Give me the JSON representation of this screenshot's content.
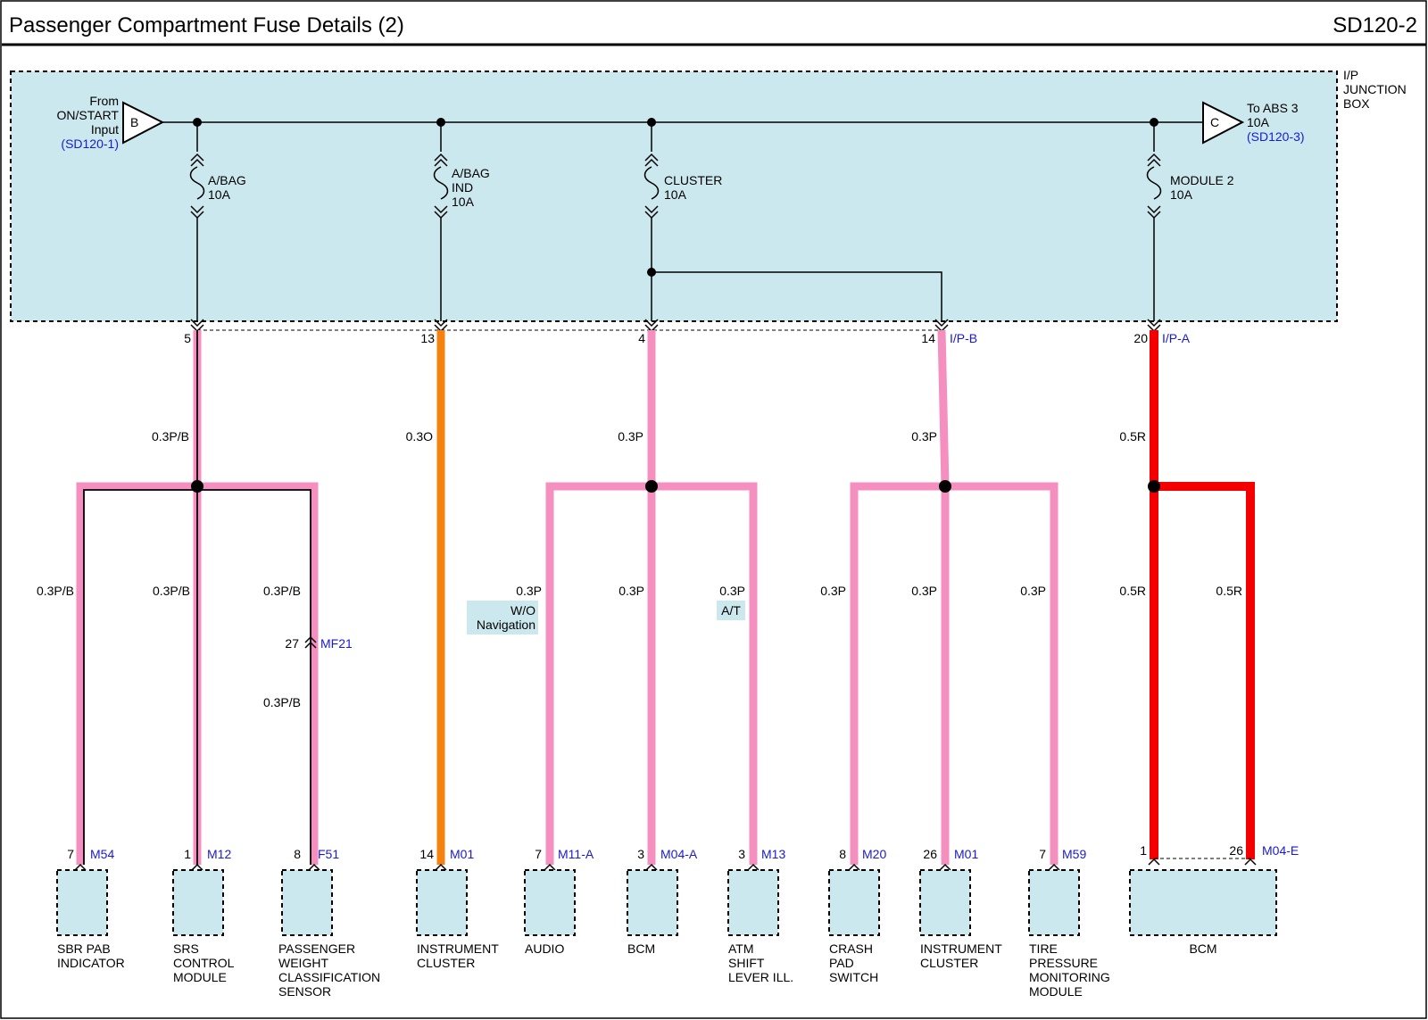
{
  "header": {
    "title": "Passenger Compartment Fuse Details (2)",
    "code": "SD120-2"
  },
  "junction_box": {
    "label": [
      "I/P",
      "JUNCTION",
      "BOX"
    ]
  },
  "source": {
    "connector": "B",
    "label": [
      "From",
      "ON/START",
      "Input"
    ],
    "ref": "(SD120-1)"
  },
  "output": {
    "connector": "C",
    "label": [
      "To ABS 3",
      "10A"
    ],
    "ref": "(SD120-3)"
  },
  "fuses": [
    {
      "name": "A/BAG",
      "lines": [
        "A/BAG",
        "10A"
      ]
    },
    {
      "name": "A/BAG IND",
      "lines": [
        "A/BAG",
        "IND",
        "10A"
      ]
    },
    {
      "name": "CLUSTER",
      "lines": [
        "CLUSTER",
        "10A"
      ]
    },
    {
      "name": "MODULE 2",
      "lines": [
        "MODULE 2",
        "10A"
      ]
    }
  ],
  "junction_pins": [
    {
      "pin": "5",
      "connector": ""
    },
    {
      "pin": "13",
      "connector": ""
    },
    {
      "pin": "4",
      "connector": ""
    },
    {
      "pin": "14",
      "connector": "I/P-B"
    },
    {
      "pin": "20",
      "connector": "I/P-A"
    }
  ],
  "trunk_wires": [
    {
      "label": "0.3P/B",
      "color": "#f48fc0",
      "tracer": "#000000"
    },
    {
      "label": "0.3O",
      "color": "#f5820f",
      "tracer": ""
    },
    {
      "label": "0.3P",
      "color": "#f48fc0",
      "tracer": ""
    },
    {
      "label": "0.3P",
      "color": "#f48fc0",
      "tracer": ""
    },
    {
      "label": "0.5R",
      "color": "#f50000",
      "tracer": ""
    }
  ],
  "branch_wires": [
    "0.3P/B",
    "0.3P/B",
    "0.3P/B",
    "0.3P",
    "0.3P",
    "0.3P",
    "0.3P",
    "0.3P",
    "0.3P",
    "0.5R",
    "0.5R"
  ],
  "inline_connector": {
    "pin": "27",
    "connector": "MF21",
    "wire_after": "0.3P/B"
  },
  "option_tags": [
    "W/O\nNavigation",
    "A/T"
  ],
  "components": [
    {
      "pin": "7",
      "connector": "M54",
      "name": [
        "SBR PAB",
        "INDICATOR"
      ]
    },
    {
      "pin": "1",
      "connector": "M12",
      "name": [
        "SRS",
        "CONTROL",
        "MODULE"
      ]
    },
    {
      "pin": "8",
      "connector": "F51",
      "name": [
        "PASSENGER",
        "WEIGHT",
        "CLASSIFICATION",
        "SENSOR"
      ]
    },
    {
      "pin": "14",
      "connector": "M01",
      "name": [
        "INSTRUMENT",
        "CLUSTER"
      ]
    },
    {
      "pin": "7",
      "connector": "M11-A",
      "name": [
        "AUDIO"
      ]
    },
    {
      "pin": "3",
      "connector": "M04-A",
      "name": [
        "BCM"
      ]
    },
    {
      "pin": "3",
      "connector": "M13",
      "name": [
        "ATM",
        "SHIFT",
        "LEVER ILL."
      ]
    },
    {
      "pin": "8",
      "connector": "M20",
      "name": [
        "CRASH",
        "PAD",
        "SWITCH"
      ]
    },
    {
      "pin": "26",
      "connector": "M01",
      "name": [
        "INSTRUMENT",
        "CLUSTER"
      ]
    },
    {
      "pin": "7",
      "connector": "M59",
      "name": [
        "TIRE",
        "PRESSURE",
        "MONITORING",
        "MODULE"
      ]
    },
    {
      "pin": "1",
      "connector": "",
      "name": []
    },
    {
      "pin": "26",
      "connector": "M04-E",
      "name": [
        "BCM"
      ]
    }
  ],
  "colors": {
    "box_fill": "#cce8ef",
    "ref_text": "#1a1ad0",
    "pink": "#f48fc0",
    "orange": "#f5820f",
    "red": "#f50000"
  }
}
